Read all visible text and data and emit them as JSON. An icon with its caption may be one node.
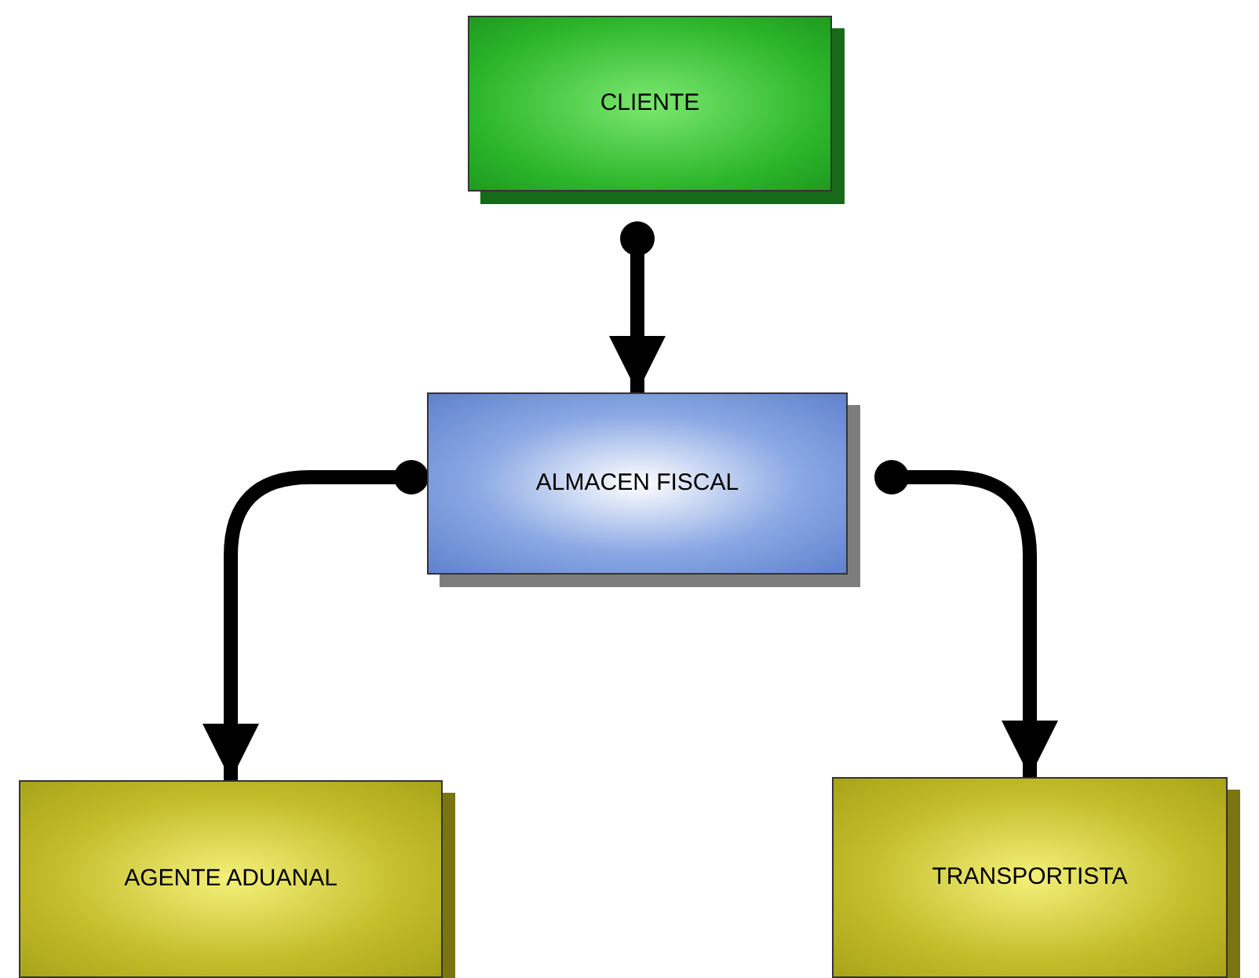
{
  "diagram": {
    "nodes": [
      {
        "text": [
          "CLIENTE"
        ]
      },
      {
        "text": [
          "ALMACEN FISCAL"
        ]
      },
      {
        "text": [
          "AGENTE ADUANAL"
        ]
      },
      {
        "text": [
          "TRANSPORTISTA"
        ]
      }
    ],
    "edges": [
      {
        "from": 0,
        "to": 1,
        "arrow": "to"
      },
      {
        "from": 1,
        "to": 2,
        "arrow": "to"
      },
      {
        "from": 1,
        "to": 3,
        "arrow": "to"
      }
    ]
  }
}
